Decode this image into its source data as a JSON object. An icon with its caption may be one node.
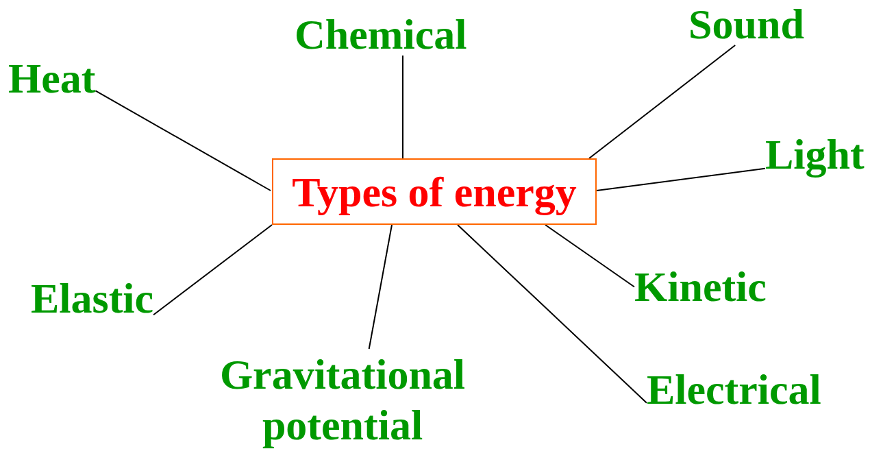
{
  "diagram": {
    "nodes": [
      {
        "text": [
          "Sound"
        ]
      },
      {
        "text": [
          "Chemical"
        ]
      },
      {
        "text": [
          "Heat"
        ]
      },
      {
        "text": [
          "Light"
        ]
      },
      {
        "text": [
          "Types of energy"
        ]
      },
      {
        "text": [
          "Kinetic"
        ]
      },
      {
        "text": [
          "Elastic"
        ]
      },
      {
        "text": [
          "Gravitational potential"
        ]
      },
      {
        "text": [
          "Electrical"
        ]
      }
    ],
    "edges": [
      {
        "from": 4,
        "to": 0,
        "arrow": "none"
      },
      {
        "from": 4,
        "to": 1,
        "arrow": "none"
      },
      {
        "from": 4,
        "to": 2,
        "arrow": "none"
      },
      {
        "from": 4,
        "to": 3,
        "arrow": "none"
      },
      {
        "from": 4,
        "to": 5,
        "arrow": "none"
      },
      {
        "from": 4,
        "to": 6,
        "arrow": "none"
      },
      {
        "from": 4,
        "to": 7,
        "arrow": "none"
      },
      {
        "from": 4,
        "to": 8,
        "arrow": "none"
      }
    ]
  }
}
